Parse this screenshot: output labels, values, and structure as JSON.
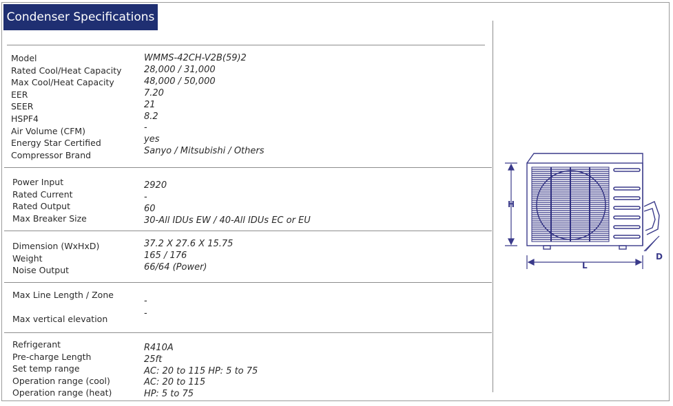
{
  "title": "Condenser Specifications",
  "sections": [
    {
      "rows": [
        {
          "label": "Model",
          "value": "WMMS-42CH-V2B(59)2"
        },
        {
          "label": "Rated Cool/Heat Capacity",
          "value": "28,000 / 31,000"
        },
        {
          "label": "Max Cool/Heat Capacity",
          "value": "48,000 / 50,000"
        },
        {
          "label": "EER",
          "value": "7.20"
        },
        {
          "label": "SEER",
          "value": "21"
        },
        {
          "label": "HSPF4",
          "value": "8.2"
        },
        {
          "label": "Air Volume (CFM)",
          "value": "-"
        },
        {
          "label": "Energy Star Certified",
          "value": "yes"
        },
        {
          "label": "Compressor Brand",
          "value": "Sanyo / Mitsubishi / Others"
        }
      ]
    },
    {
      "rows": [
        {
          "label": "Power Input",
          "value": "2920"
        },
        {
          "label": "Rated Current",
          "value": "-"
        },
        {
          "label": "Rated Output",
          "value": "60"
        },
        {
          "label": "Max Breaker Size",
          "value": "30-All IDUs EW / 40-All IDUs EC or EU"
        }
      ]
    },
    {
      "rows": [
        {
          "label": "Dimension (WxHxD)",
          "value": "37.2 X 27.6 X 15.75"
        },
        {
          "label": "Weight",
          "value": "165 / 176"
        },
        {
          "label": "Noise Output",
          "value": "66/64 (Power)"
        }
      ]
    },
    {
      "rows": [
        {
          "label": "Max Line Length / Zone",
          "value": "-"
        },
        {
          "label": "Max vertical elevation",
          "value": "-"
        }
      ]
    },
    {
      "rows": [
        {
          "label": "Refrigerant",
          "value": "R410A"
        },
        {
          "label": "Pre-charge Length",
          "value": "25ft"
        },
        {
          "label": "Set temp range",
          "value": "AC: 20 to 115 HP: 5 to 75"
        },
        {
          "label": "Operation range (cool)",
          "value": "AC: 20 to 115"
        },
        {
          "label": "Operation range (heat)",
          "value": "HP: 5 to 75"
        }
      ]
    }
  ],
  "diagram": {
    "height_label": "H",
    "length_label": "L",
    "depth_label": "D",
    "line_color": "#3a3a8a",
    "grille_color": "#2f2f80"
  }
}
